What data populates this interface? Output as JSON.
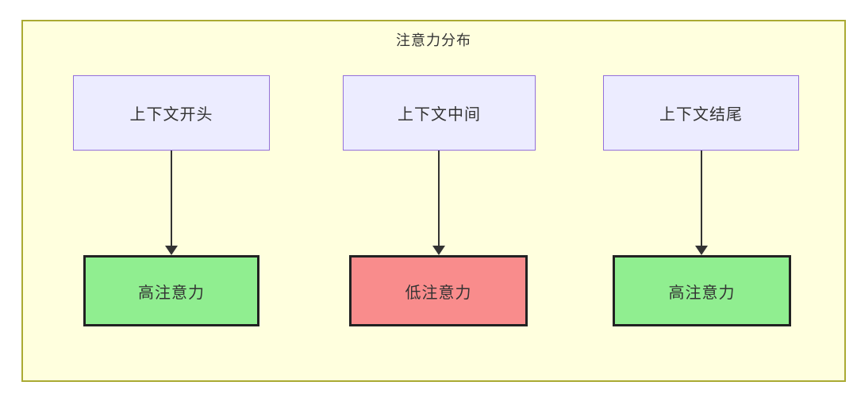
{
  "diagram": {
    "title": "注意力分布",
    "columns": [
      {
        "source": "上下文开头",
        "target": "高注意力",
        "target_type": "high"
      },
      {
        "source": "上下文中间",
        "target": "低注意力",
        "target_type": "low"
      },
      {
        "source": "上下文结尾",
        "target": "高注意力",
        "target_type": "high"
      }
    ],
    "colors": {
      "container_bg": "#ffffde",
      "container_border": "#aaaa33",
      "source_fill": "#ececff",
      "source_border": "#9370db",
      "high_fill": "#90ee90",
      "low_fill": "#f98c8c",
      "target_border": "#222222",
      "arrow": "#333333",
      "text": "#333333"
    }
  }
}
